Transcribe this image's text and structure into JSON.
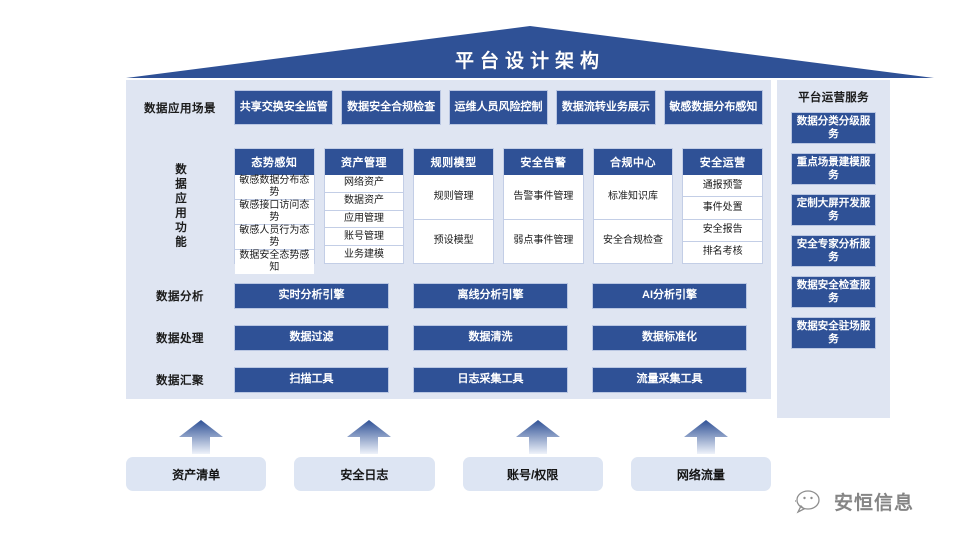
{
  "title": "平台设计架构",
  "colors": {
    "primary_blue": "#2f5196",
    "panel_bg": "#dfe5f2",
    "source_bg": "#dde5f3",
    "cell_border": "#c3cee6"
  },
  "scenario_row": {
    "label": "数据应用场景",
    "items": [
      "共享交换安全监管",
      "数据安全合规检查",
      "运维人员风险控制",
      "数据流转业务展示",
      "敏感数据分布感知"
    ]
  },
  "function_row": {
    "label": "数据应用功能",
    "columns": [
      {
        "head": "态势感知",
        "cells": [
          "敏感数据分布态势",
          "敏感接口访问态势",
          "敏感人员行为态势",
          "数据安全态势感知"
        ]
      },
      {
        "head": "资产管理",
        "cells": [
          "网络资产",
          "数据资产",
          "应用管理",
          "账号管理",
          "业务建模"
        ]
      },
      {
        "head": "规则模型",
        "cells": [
          "规则管理",
          "预设模型"
        ]
      },
      {
        "head": "安全告警",
        "cells": [
          "告警事件管理",
          "弱点事件管理"
        ]
      },
      {
        "head": "合规中心",
        "cells": [
          "标准知识库",
          "安全合规检查"
        ]
      },
      {
        "head": "安全运营",
        "cells": [
          "通报预警",
          "事件处置",
          "安全报告",
          "排名考核"
        ]
      }
    ]
  },
  "engine_rows": [
    {
      "label": "数据分析",
      "items": [
        "实时分析引擎",
        "离线分析引擎",
        "AI分析引擎"
      ]
    },
    {
      "label": "数据处理",
      "items": [
        "数据过滤",
        "数据清洗",
        "数据标准化"
      ]
    },
    {
      "label": "数据汇聚",
      "items": [
        "扫描工具",
        "日志采集工具",
        "流量采集工具"
      ]
    }
  ],
  "operations_panel": {
    "title": "平台运营服务",
    "items": [
      "数据分类分级服务",
      "重点场景建模服务",
      "定制大屏开发服务",
      "安全专家分析服务",
      "数据安全检查服务",
      "数据安全驻场服务"
    ]
  },
  "sources": [
    "资产清单",
    "安全日志",
    "账号/权限",
    "网络流量"
  ],
  "watermark": {
    "text": "安恒信息",
    "icon": "wechat-icon"
  }
}
